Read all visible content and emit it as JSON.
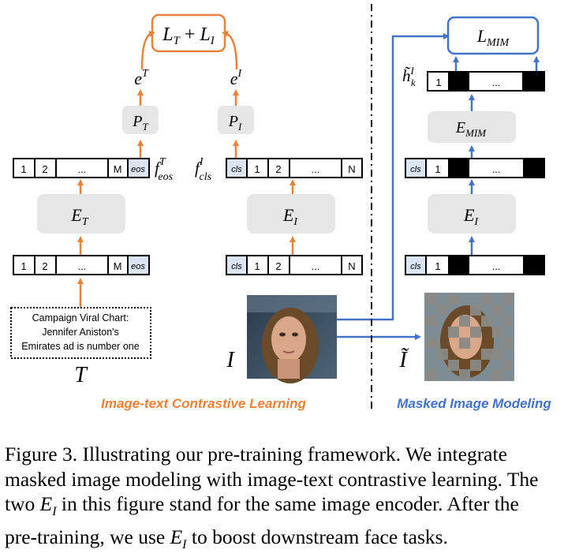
{
  "colors": {
    "orange": "#e8823a",
    "blue": "#4472c4",
    "box_gray": "#e6e6e6",
    "token_blue": "#dbe4f3",
    "mask_black": "#000000"
  },
  "left_section_label": "Image-text Contrastive Learning",
  "right_section_label": "Masked Image Modeling",
  "loss": {
    "left_text": "L_T + L_I",
    "right_text": "L_MIM"
  },
  "embeddings": {
    "text": "e^T",
    "image": "e^I"
  },
  "projections": {
    "text": "P_T",
    "image": "P_I"
  },
  "encoders": {
    "text": "E_T",
    "image": "E_I",
    "mim": "E_MIM"
  },
  "features": {
    "text_eos": "f^T_eos",
    "image_cls": "f^I_cls",
    "hidden": "h̃^I_k"
  },
  "text_tokens": [
    "1",
    "2",
    "...",
    "M",
    "eos"
  ],
  "image_tokens": [
    "cls",
    "1",
    "2",
    "...",
    "N"
  ],
  "mim_tokens": [
    "cls",
    "1",
    "...",
    "..."
  ],
  "mim_out_tokens": [
    "1",
    "..."
  ],
  "caption_text": [
    "Campaign Viral Chart:",
    "Jennifer Aniston's",
    "Emirates ad is number one"
  ],
  "symbols": {
    "text": "T",
    "image": "I",
    "masked": "Ĩ"
  },
  "figure_caption": [
    "Figure 3.  Illustrating our pre-training framework.  We integrate",
    "masked image modeling with image-text contrastive learning. The",
    "two",
    "in this figure stand for the same image encoder. After the",
    "pre-training, we use",
    "to boost downstream face tasks."
  ]
}
